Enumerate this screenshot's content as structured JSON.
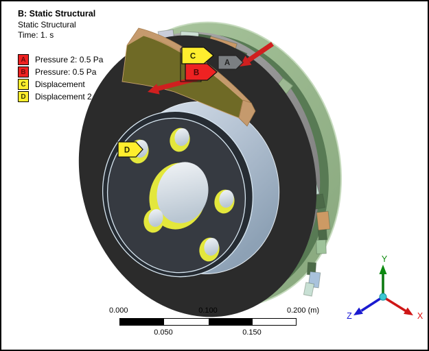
{
  "header": {
    "analysis_title": "B: Static Structural",
    "analysis_type": "Static Structural",
    "time_label": "Time: 1. s"
  },
  "legend": {
    "items": [
      {
        "letter": "A",
        "label": "Pressure 2: 0.5 Pa",
        "swatch_color": "#ee2222"
      },
      {
        "letter": "B",
        "label": "Pressure: 0.5 Pa",
        "swatch_color": "#ee2222"
      },
      {
        "letter": "C",
        "label": "Displacement",
        "swatch_color": "#ffee2e"
      },
      {
        "letter": "D",
        "label": "Displacement 2",
        "swatch_color": "#ffee2e"
      }
    ]
  },
  "model": {
    "description": "vented brake disc rotor with pads, hub and bolt holes",
    "flags": {
      "a": "A",
      "b": "B",
      "c": "C",
      "d": "D"
    }
  },
  "scale_bar": {
    "tick_0": "0.000",
    "tick_50": "0.050",
    "tick_100": "0.100",
    "tick_150": "0.150",
    "tick_200": "0.200 (m)"
  },
  "triad": {
    "x_label": "X",
    "y_label": "Y",
    "z_label": "Z"
  },
  "colors": {
    "pressure_swatch": "#ee2222",
    "displacement_swatch": "#ffee2e",
    "rotor_rim_green": "#9cbb92",
    "brake_pad_olive": "#6f6a26",
    "brake_pad_tan": "#c59a6d",
    "hub_silver": "#b7c5d4",
    "disc_black": "#2b2b2b",
    "arrow_red": "#d01f1f",
    "triad_x": "#e01010",
    "triad_y": "#0b8a0b",
    "triad_z": "#1616d6"
  }
}
